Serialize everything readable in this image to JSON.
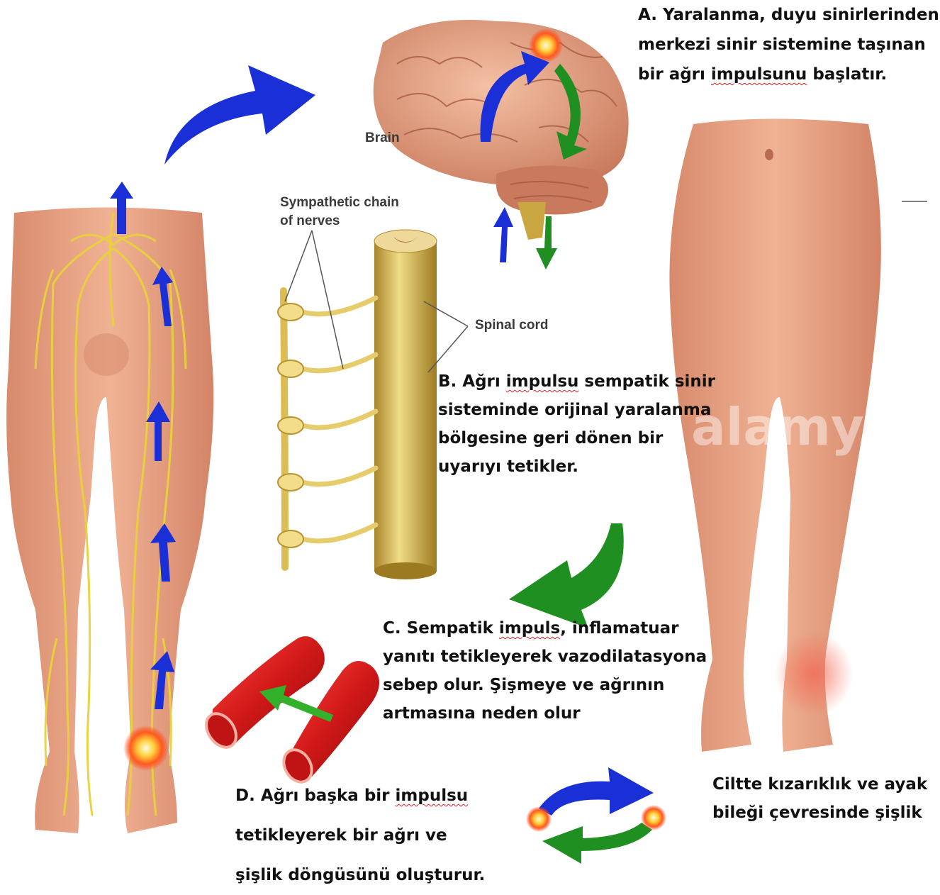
{
  "labels": {
    "brain": "Brain",
    "sympathetic_chain": [
      "Sympathetic chain",
      "of nerves"
    ],
    "spinal_cord": "Spinal cord"
  },
  "watermark": "alamy",
  "caption_a": {
    "lines": [
      "A. Yaralanma, duyu sinirlerinden",
      "merkezi sinir sistemine taşınan"
    ],
    "line3_pre": "bir ağrı ",
    "line3_ul": "impulsunu",
    "line3_post": " başlatır."
  },
  "caption_b": {
    "line1_pre": "B. Ağrı ",
    "line1_ul": "impulsu",
    "line1_post": " sempatik sinir",
    "lines": [
      "sisteminde orijinal yaralanma",
      "bölgesine geri dönen bir",
      "uyarıyı tetikler."
    ]
  },
  "caption_c": {
    "line1_pre": "C. Sempatik ",
    "line1_ul": "impuls",
    "line1_post": ", inflamatuar",
    "lines": [
      "yanıtı tetikleyerek vazodilatasyona",
      "sebep olur. Şişmeye ve ağrının",
      "artmasına neden olur"
    ]
  },
  "caption_d": {
    "line1_pre": "D. Ağrı başka bir  ",
    "line1_ul": "impulsu",
    "lines": [
      "tetikleyerek bir ağrı ve",
      "şişlik döngüsünü oluşturur."
    ]
  },
  "caption_e": {
    "lines": [
      "Ciltte kızarıklık ve ayak",
      "bileği çevresinde şişlik"
    ]
  },
  "colors": {
    "blue_arrow": "#1a2fd6",
    "green_arrow": "#1f8f22",
    "skin": "#e8a585",
    "nerve": "#e8d23a",
    "vessel": "#d01818",
    "spinal": "#c9a640"
  }
}
